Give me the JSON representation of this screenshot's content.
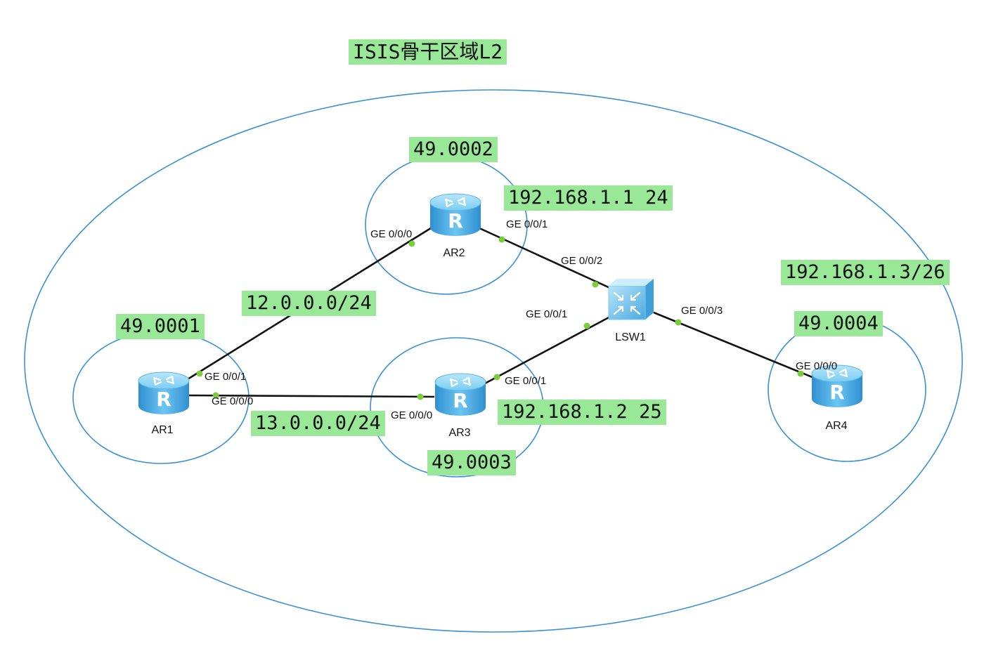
{
  "title": "ISIS骨干区域L2",
  "areas": {
    "ar1": "49.0001",
    "ar2": "49.0002",
    "ar3": "49.0003",
    "ar4": "49.0004"
  },
  "networks": {
    "ar1_ar2": "12.0.0.0/24",
    "ar1_ar3": "13.0.0.0/24",
    "ar2_sw": "192.168.1.1 24",
    "ar3_sw": "192.168.1.2 25",
    "ar4_sw": "192.168.1.3/26"
  },
  "nodes": {
    "ar1": "AR1",
    "ar2": "AR2",
    "ar3": "AR3",
    "ar4": "AR4",
    "lsw1": "LSW1"
  },
  "ports": {
    "ar1_g001": "GE 0/0/1",
    "ar1_g000": "GE 0/0/0",
    "ar2_g000": "GE 0/0/0",
    "ar2_g001": "GE 0/0/1",
    "ar3_g000": "GE 0/0/0",
    "ar3_g001": "GE 0/0/1",
    "ar4_g000": "GE 0/0/0",
    "sw_g002": "GE 0/0/2",
    "sw_g001": "GE 0/0/1",
    "sw_g003": "GE 0/0/3"
  },
  "colors": {
    "label_bg": "#98e898",
    "area_outline": "#3a8fd6",
    "link": "#111111",
    "port_dot": "#7dcc3c",
    "router_body": "#4fb2e8"
  },
  "icons": {
    "router": "router-icon",
    "switch": "switch-icon"
  }
}
